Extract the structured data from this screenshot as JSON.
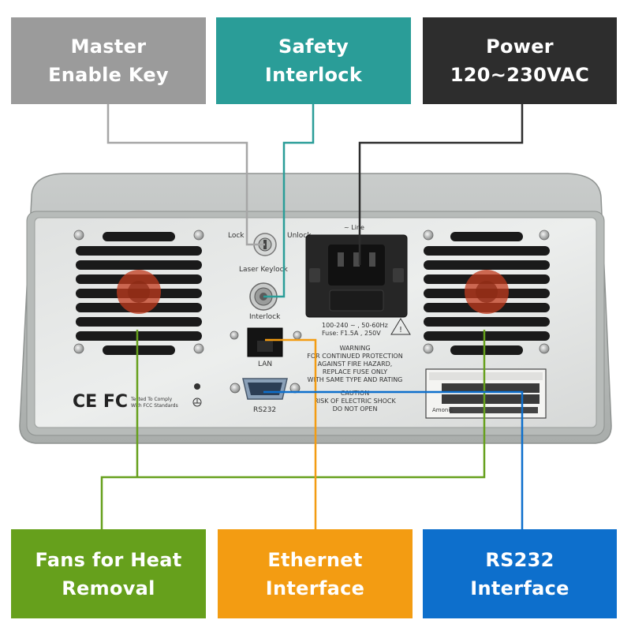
{
  "callouts": {
    "master_key": {
      "line1": "Master",
      "line2": "Enable Key",
      "color": "#9b9b9b"
    },
    "safety_interlock": {
      "line1": "Safety",
      "line2": "Interlock",
      "color": "#2a9d98"
    },
    "power": {
      "line1": "Power",
      "line2": "120~230VAC",
      "color": "#2d2d2d"
    },
    "fans": {
      "line1": "Fans for Heat",
      "line2": "Removal",
      "color": "#66a01c"
    },
    "ethernet": {
      "line1": "Ethernet",
      "line2": "Interface",
      "color": "#f39c12"
    },
    "rs232": {
      "line1": "RS232",
      "line2": "Interface",
      "color": "#0d6fcc"
    }
  },
  "panel": {
    "lock": "Lock",
    "unlock": "Unlock",
    "laser_keylock": "Laser Keylock",
    "interlock": "Interlock",
    "line": "~ Line",
    "rating_line1": "100-240 ~ , 50-60Hz",
    "rating_line2": "Fuse: F1.5A , 250V",
    "warning": [
      "WARNING",
      "FOR CONTINUED PROTECTION",
      "AGAINST FIRE HAZARD,",
      "REPLACE FUSE ONLY",
      "WITH SAME TYPE AND RATING"
    ],
    "caution": [
      "CAUTION",
      "RISK OF ELECTRIC SHOCK",
      "DO NOT OPEN"
    ],
    "lan": "LAN",
    "rs232": "RS232",
    "ce_fcc": "CE FC",
    "fcc_note_line1": "Tested To Comply",
    "fcc_note_line2": "With FCC Standards",
    "nameplate_brand": "Amonic"
  }
}
